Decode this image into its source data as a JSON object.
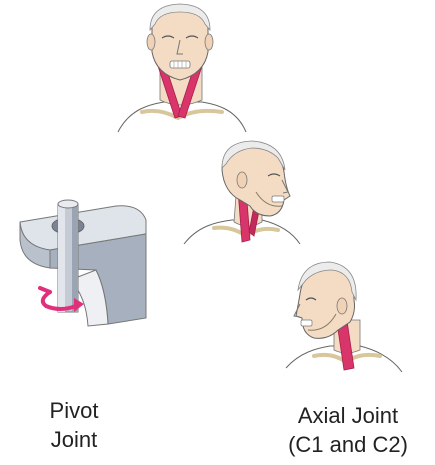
{
  "labels": {
    "pivot": {
      "line1": "Pivot",
      "line2": "Joint"
    },
    "axial": {
      "line1": "Axial Joint",
      "line2": "(C1 and C2)"
    }
  },
  "colors": {
    "skin": "#f4dcc4",
    "skin_shadow": "#e8c6a8",
    "hair": "#ececec",
    "outline": "#555555",
    "muscle": "#d8356a",
    "muscle_dark": "#a71e4d",
    "bone": "#eadfc0",
    "pivot_metal": "#c4cbd5",
    "pivot_metal_dark": "#8d98a8",
    "arrow": "#e0307c"
  }
}
